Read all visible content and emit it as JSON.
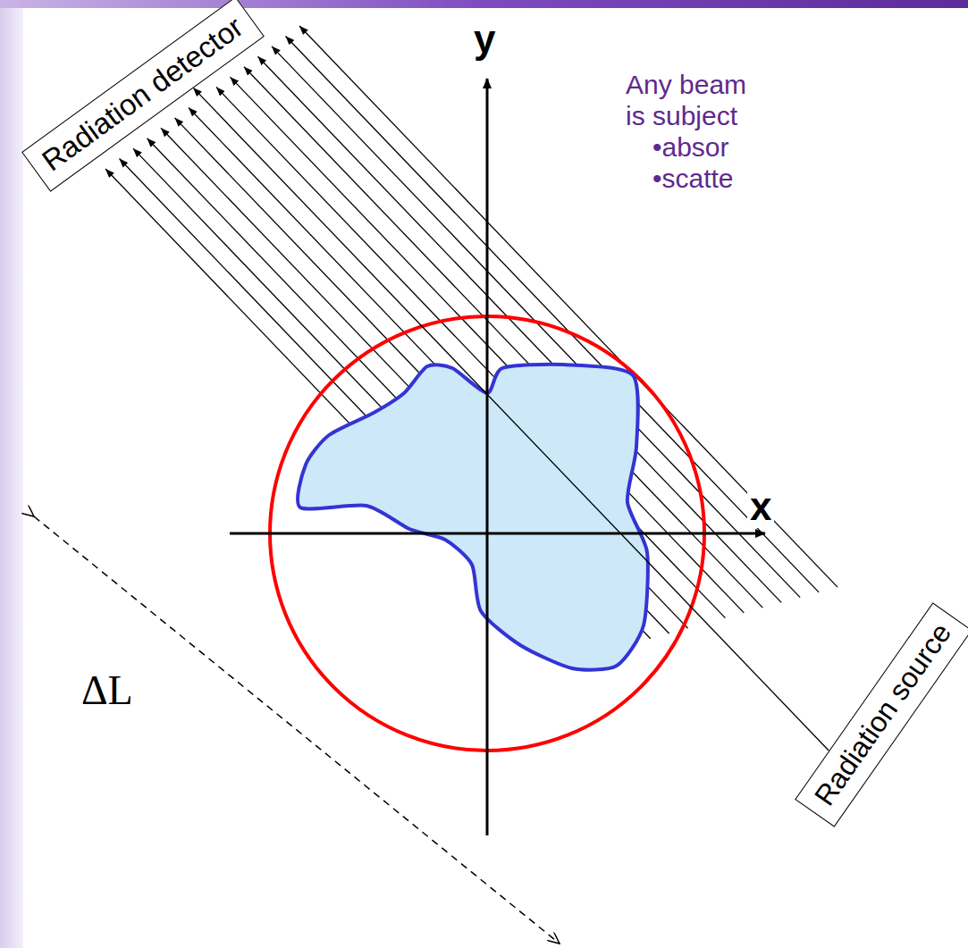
{
  "diagram": {
    "nodes": [
      {
        "text": [
          "Radiation detector"
        ]
      },
      {
        "text": [
          "Radiation source"
        ]
      }
    ],
    "edges": [
      {
        "from": 1,
        "to": 0,
        "arrow": "to"
      }
    ],
    "labels": [
      "y",
      "x",
      "ΔL",
      "Any beam",
      "is subject",
      "•absor",
      "•scatte"
    ]
  }
}
